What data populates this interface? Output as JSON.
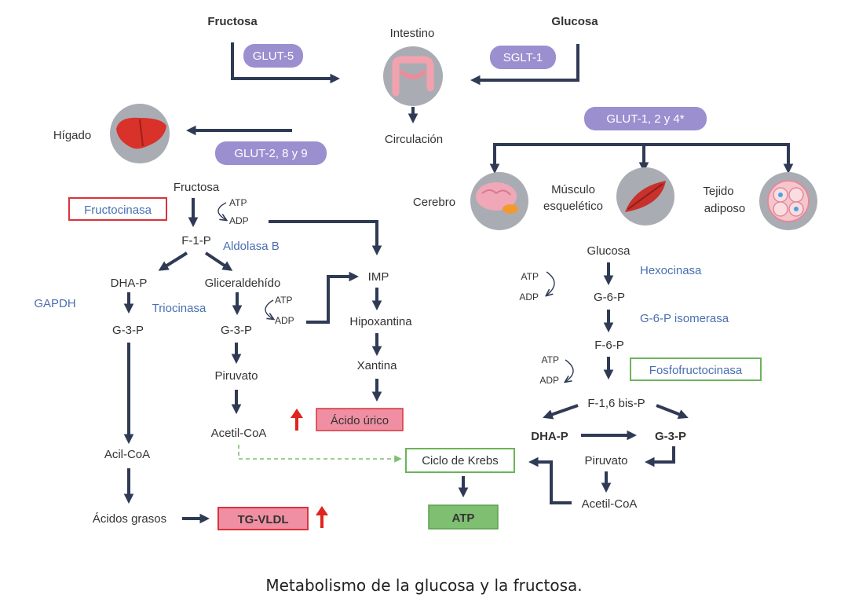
{
  "sources": {
    "fructose": "Fructosa",
    "glucose": "Glucosa"
  },
  "transporters": {
    "glut5": "GLUT-5",
    "sglt1": "SGLT-1",
    "glut2": "GLUT-2, 8 y 9",
    "glut124": "GLUT-1, 2  y  4*"
  },
  "organs": {
    "intestine": "Intestino",
    "circulation": "Circulación",
    "liver": "Hígado",
    "brain": "Cerebro",
    "muscle_1": "Músculo",
    "muscle_2": "esquelético",
    "adipose_1": "Tejido",
    "adipose_2": "adiposo"
  },
  "fructose_path": {
    "fructose": "Fructosa",
    "fructokinase": "Fructocinasa",
    "atp": "ATP",
    "adp": "ADP",
    "f1p": "F-1-P",
    "aldolase_b": "Aldolasa B",
    "dhap": "DHA-P",
    "glyceraldehyde": "Gliceraldehído",
    "gapdh": "GAPDH",
    "triokinase": "Triocinasa",
    "g3p_left": "G-3-P",
    "g3p_mid": "G-3-P",
    "atp2": "ATP",
    "adp2": "ADP",
    "pyruvate": "Piruvato",
    "acetyl_coa": "Acetil-CoA",
    "acyl_coa": "Acil-CoA",
    "fatty_acids": "Ácidos grasos",
    "tg_vldl": "TG-VLDL",
    "imp": "IMP",
    "hypoxanthine": "Hipoxantina",
    "xanthine": "Xantina",
    "uric_acid": "Ácido úrico"
  },
  "glucose_path": {
    "glucose": "Glucosa",
    "hexokinase": "Hexocinasa",
    "atp1": "ATP",
    "adp1": "ADP",
    "g6p": "G-6-P",
    "g6p_isomerase": "G-6-P isomerasa",
    "f6p": "F-6-P",
    "atp2": "ATP",
    "adp2": "ADP",
    "phosphofructokinase": "Fosfofructocinasa",
    "f16bp": "F-1,6 bis-P",
    "dhap": "DHA-P",
    "g3p": "G-3-P",
    "pyruvate": "Piruvato",
    "acetyl_coa": "Acetil-CoA"
  },
  "common": {
    "krebs": "Ciclo de Krebs",
    "atp": "ATP"
  },
  "caption": "Metabolismo de la glucosa y la fructosa.",
  "colors": {
    "arrow": "#2f3b55",
    "pill": "#9b8fcf",
    "enzyme_text": "#4a6fb0",
    "red_box": "#d9343a",
    "pink_fill": "#f08fa3",
    "green_box": "#6bb35a",
    "green_fill": "#7fbf72",
    "up_arrow": "#e0241f",
    "organ_circle": "#a9adb3"
  }
}
